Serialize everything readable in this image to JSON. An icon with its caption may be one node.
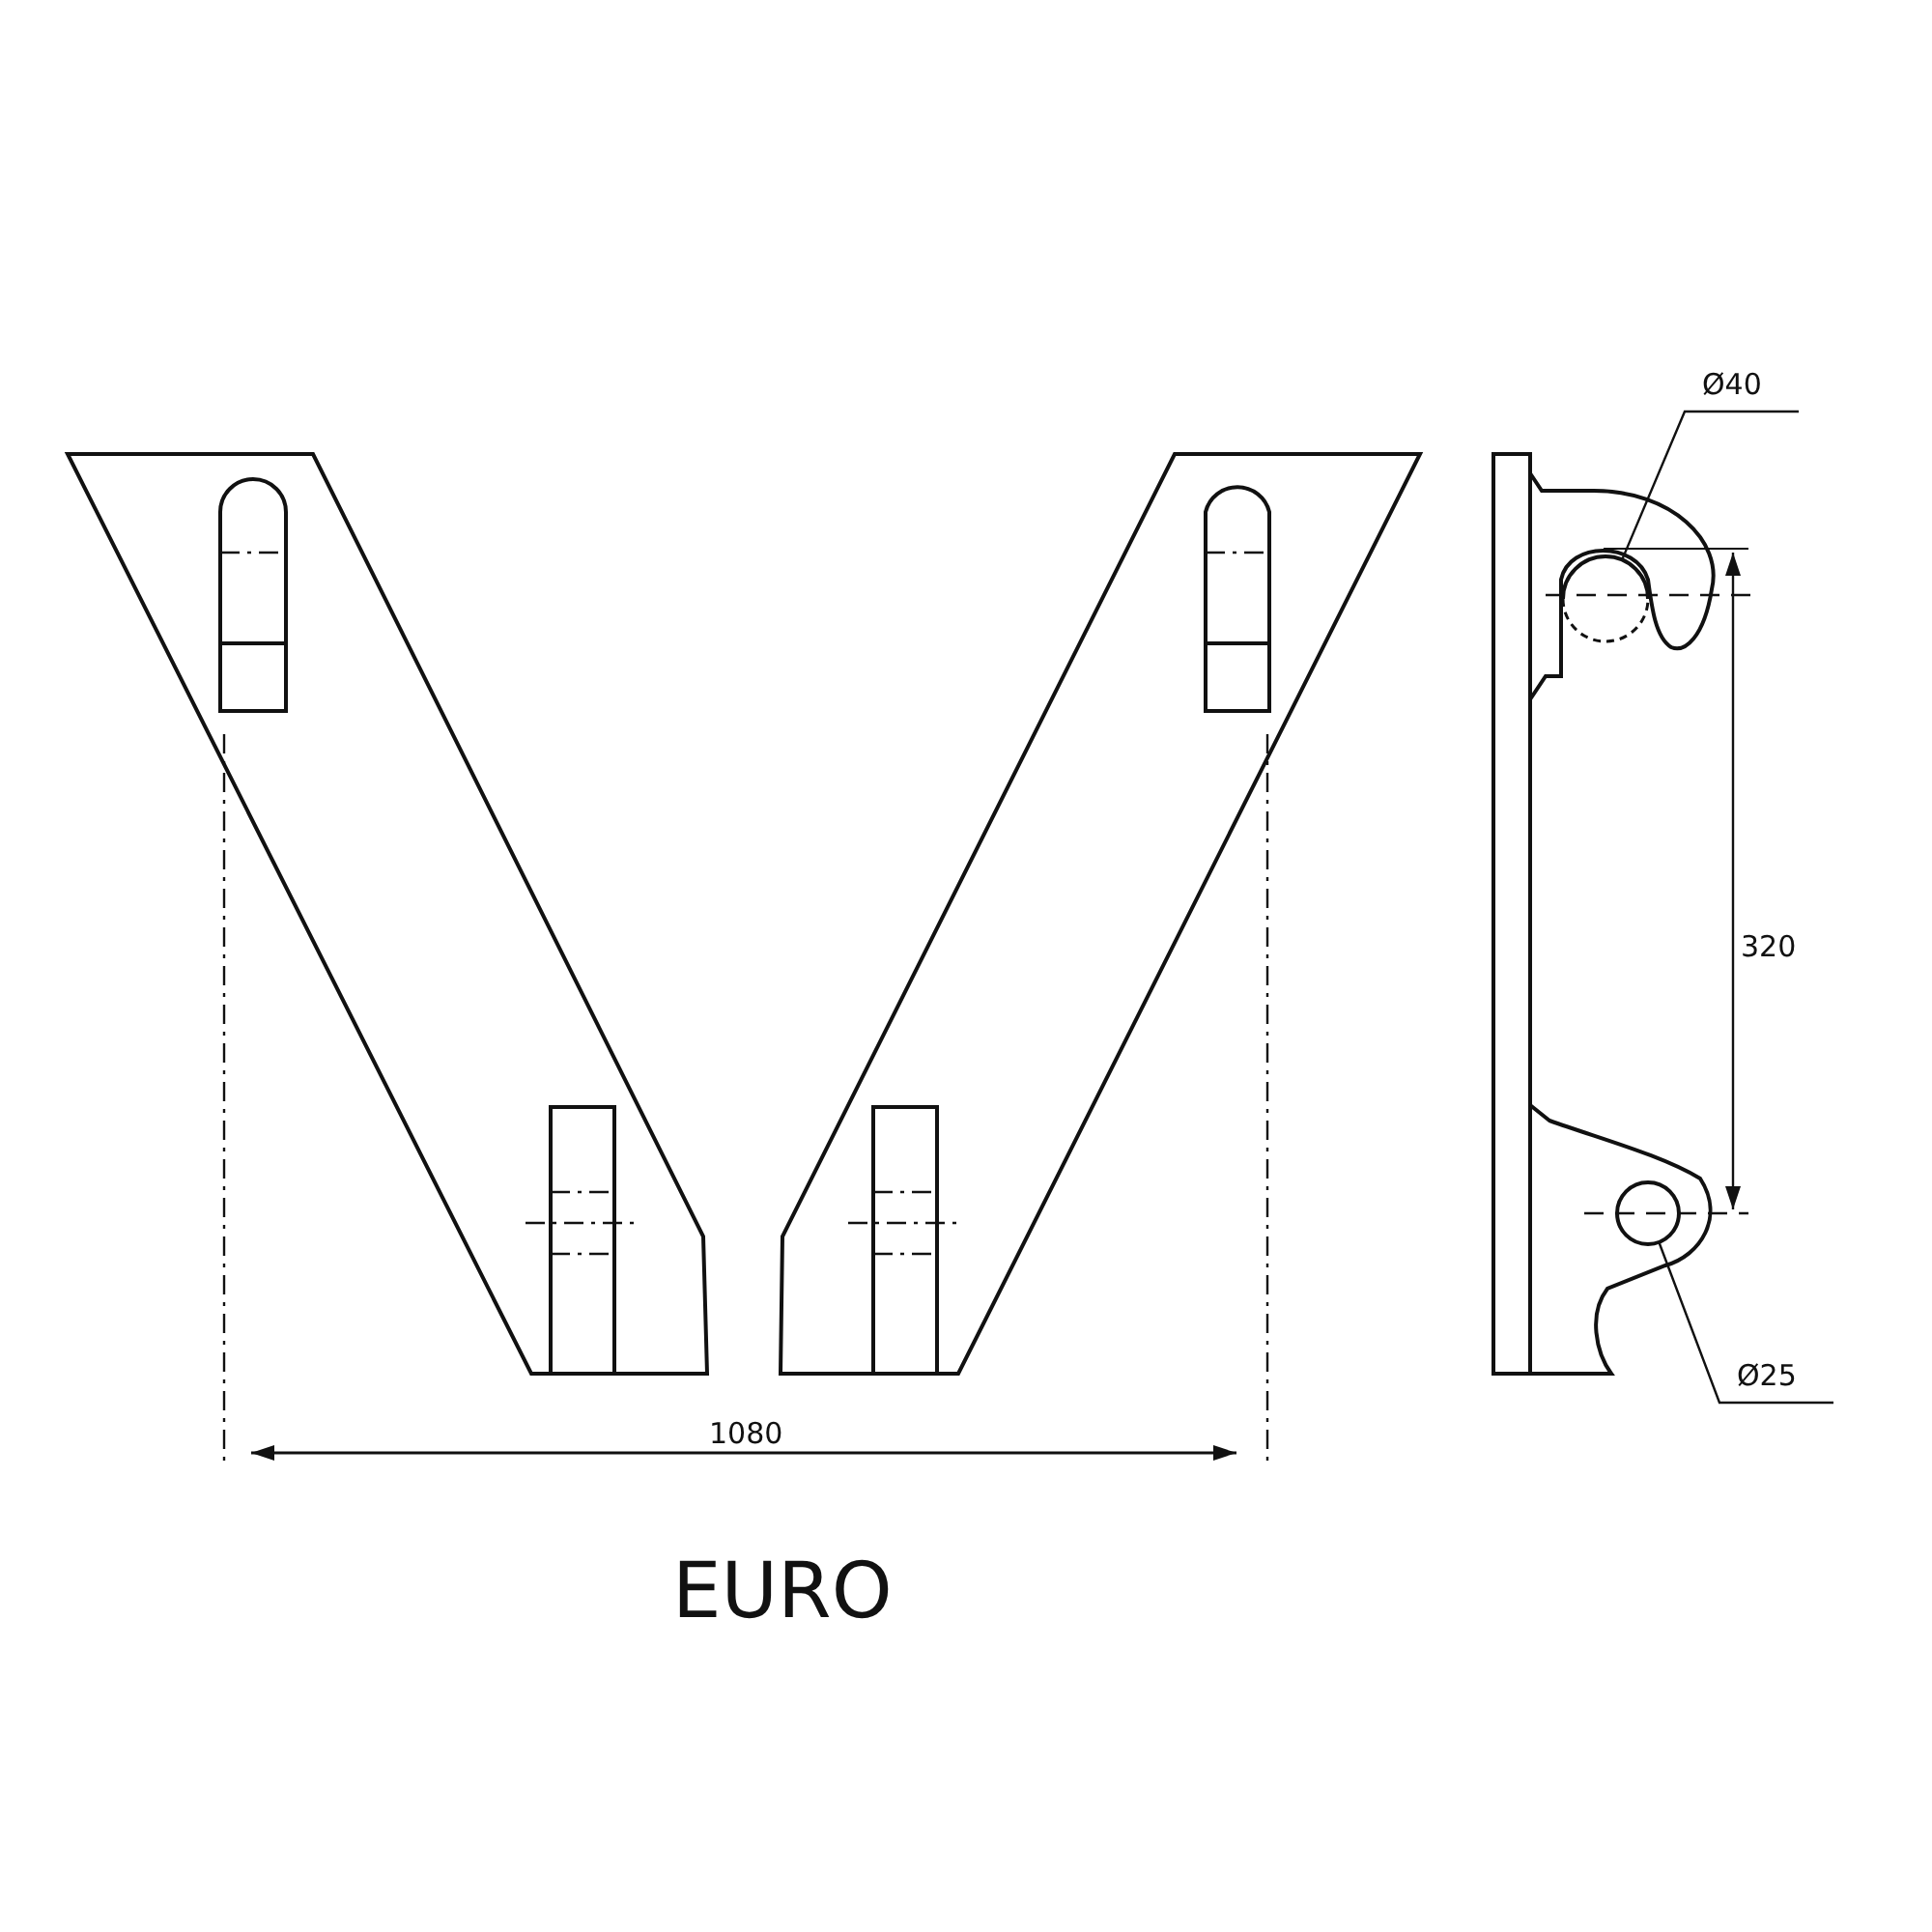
{
  "diagram": {
    "title": "EURO",
    "nodes": [
      {
        "text": [
          "Ø40"
        ]
      },
      {
        "text": [],
        "shape": "circle"
      },
      {
        "text": [
          "Ø25"
        ]
      },
      {
        "text": [],
        "shape": "circle"
      }
    ],
    "edges": [
      {
        "from": 0,
        "to": 1,
        "arrow": "none"
      },
      {
        "from": 2,
        "to": 3,
        "arrow": "none"
      }
    ],
    "labels": [
      "320",
      "1080"
    ]
  }
}
